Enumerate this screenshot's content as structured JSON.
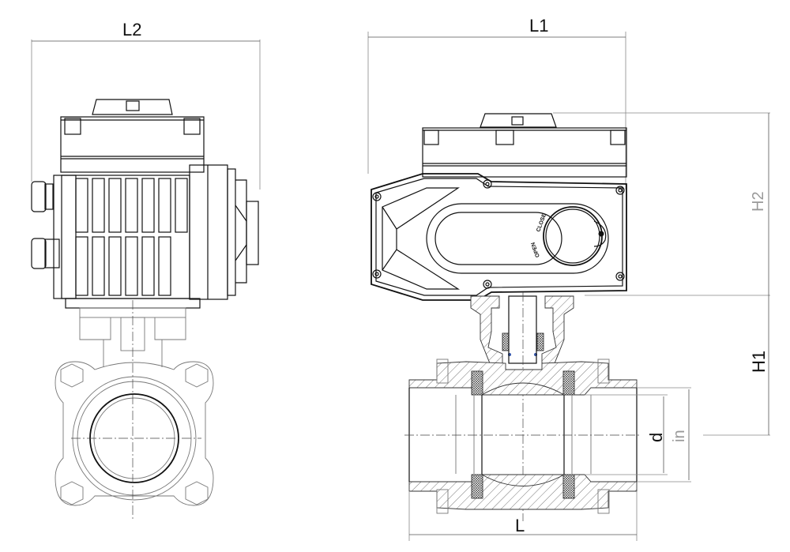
{
  "drawing": {
    "title": "Electric actuated 3-piece ball valve dimension drawing",
    "dimension_labels": {
      "L2": "L2",
      "L1": "L1",
      "H2": "H2",
      "H1": "H1",
      "d": "d",
      "in": "in",
      "L": "L"
    },
    "indicator_labels": {
      "close": "CLOSE",
      "open": "OPEN"
    },
    "colors": {
      "line": "#111111",
      "dimension": "#555555",
      "light_label": "#999999",
      "stem_seal": "#3355aa"
    }
  }
}
